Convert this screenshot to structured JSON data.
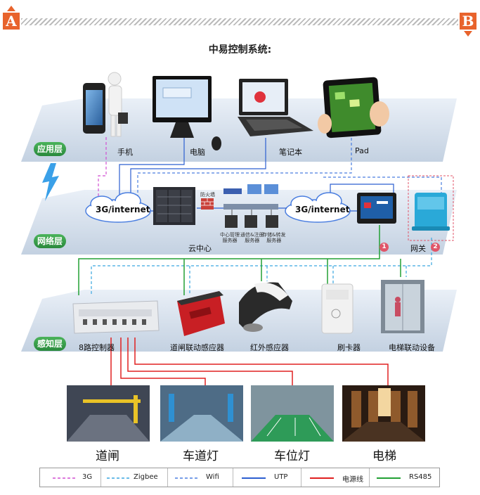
{
  "header": {
    "badge_a": "A",
    "badge_b": "B",
    "title": "中易控制系统:"
  },
  "layers": {
    "application": "应用层",
    "network": "网络层",
    "perception": "感知层"
  },
  "devices": {
    "phone": "手机",
    "computer": "电脑",
    "laptop": "笔记本",
    "pad": "Pad",
    "cloud_center": "云中心",
    "firewall": "防火墙",
    "server_mgmt": [
      "中心管理",
      "服务器"
    ],
    "server_comm": [
      "通信&注册",
      "服务器"
    ],
    "server_storage": [
      "存储&转发",
      "服务器"
    ],
    "gateway": "网关",
    "controller": "8路控制器",
    "gate_sensor": "道闸联动感应器",
    "ir_sensor": "红外感应器",
    "card_reader": "刷卡器",
    "elevator_device": "电梯联动设备"
  },
  "clouds": {
    "left": "3G/internet",
    "right": "3G/internet"
  },
  "markers": [
    "1",
    "2"
  ],
  "photos": [
    {
      "label": "道闸"
    },
    {
      "label": "车道灯"
    },
    {
      "label": "车位灯"
    },
    {
      "label": "电梯"
    }
  ],
  "legend": [
    {
      "label": "3G",
      "color": "#d24fd2",
      "style": "dashed"
    },
    {
      "label": "Zigbee",
      "color": "#3aa6e0",
      "style": "dashed"
    },
    {
      "label": "Wifi",
      "color": "#4a7ee0",
      "style": "dashed"
    },
    {
      "label": "UTP",
      "color": "#2c5fd0",
      "style": "solid"
    },
    {
      "label": "电源线",
      "color": "#e02020",
      "style": "solid"
    },
    {
      "label": "RS485",
      "color": "#22a034",
      "style": "solid"
    }
  ]
}
